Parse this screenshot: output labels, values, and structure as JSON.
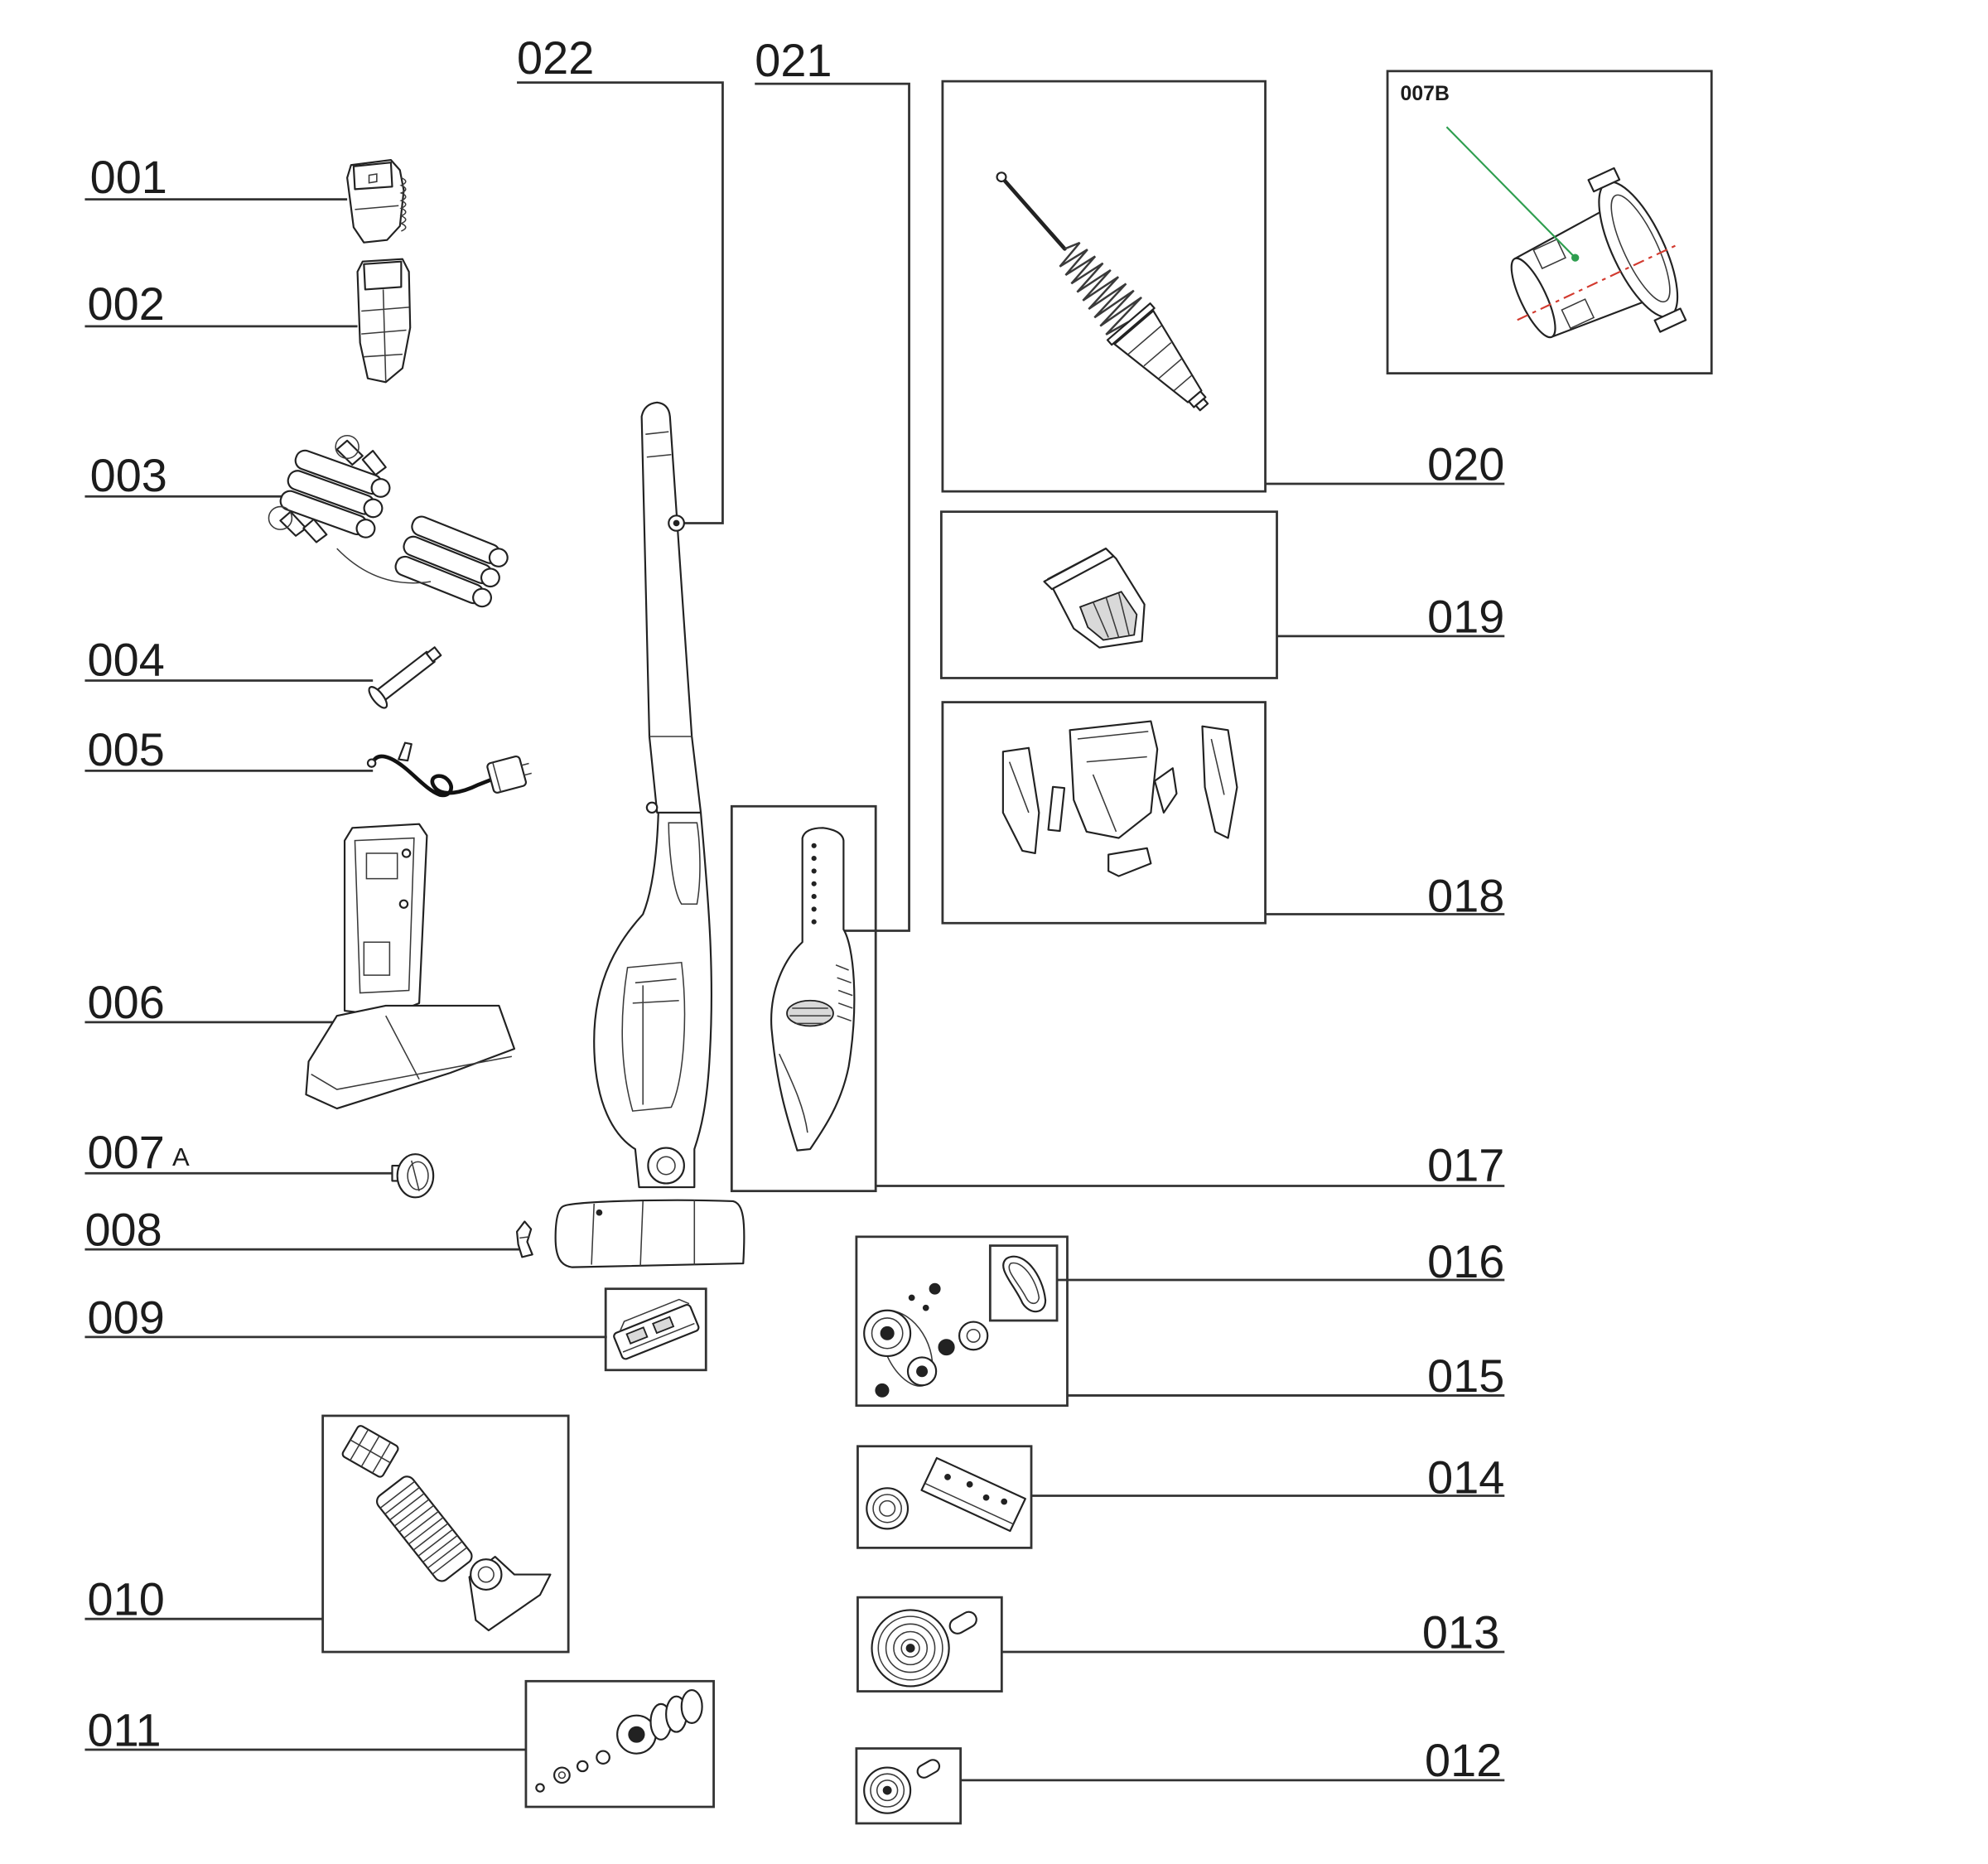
{
  "labels": {
    "p001": "001",
    "p002": "002",
    "p003": "003",
    "p004": "004",
    "p005": "005",
    "p006": "006",
    "p007": "007",
    "p007a": "A",
    "p007b": "007B",
    "p008": "008",
    "p009": "009",
    "p010": "010",
    "p011": "011",
    "p012": "012",
    "p013": "013",
    "p014": "014",
    "p015": "015",
    "p016": "016",
    "p017": "017",
    "p018": "018",
    "p019": "019",
    "p020": "020",
    "p021": "021",
    "p022": "022"
  },
  "colors": {
    "stroke": "#333333",
    "green": "#2e9e4f",
    "red": "#d23a2f"
  }
}
